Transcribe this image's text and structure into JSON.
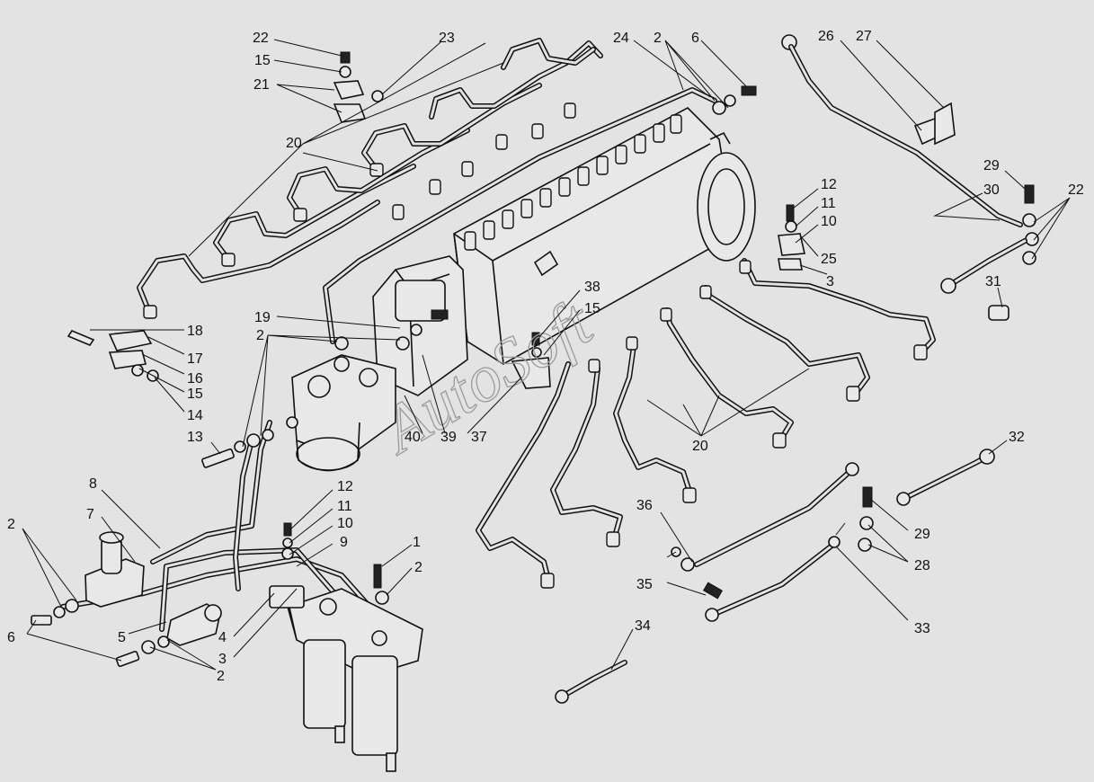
{
  "watermark": "AutoSoft",
  "callouts": [
    {
      "id": "c22a",
      "text": "22"
    },
    {
      "id": "c23",
      "text": "23"
    },
    {
      "id": "c15a",
      "text": "15"
    },
    {
      "id": "c21",
      "text": "21"
    },
    {
      "id": "c20a",
      "text": "20"
    },
    {
      "id": "c24",
      "text": "24"
    },
    {
      "id": "c2a",
      "text": "2"
    },
    {
      "id": "c6a",
      "text": "6"
    },
    {
      "id": "c26",
      "text": "26"
    },
    {
      "id": "c27",
      "text": "27"
    },
    {
      "id": "c29a",
      "text": "29"
    },
    {
      "id": "c30",
      "text": "30"
    },
    {
      "id": "c22b",
      "text": "22"
    },
    {
      "id": "c12a",
      "text": "12"
    },
    {
      "id": "c11a",
      "text": "11"
    },
    {
      "id": "c10a",
      "text": "10"
    },
    {
      "id": "c25",
      "text": "25"
    },
    {
      "id": "c3a",
      "text": "3"
    },
    {
      "id": "c31",
      "text": "31"
    },
    {
      "id": "c38",
      "text": "38"
    },
    {
      "id": "c15b",
      "text": "15"
    },
    {
      "id": "c19",
      "text": "19"
    },
    {
      "id": "c18",
      "text": "18"
    },
    {
      "id": "c2b",
      "text": "2"
    },
    {
      "id": "c17",
      "text": "17"
    },
    {
      "id": "c16",
      "text": "16"
    },
    {
      "id": "c15c",
      "text": "15"
    },
    {
      "id": "c14",
      "text": "14"
    },
    {
      "id": "c13",
      "text": "13"
    },
    {
      "id": "c40",
      "text": "40"
    },
    {
      "id": "c39",
      "text": "39"
    },
    {
      "id": "c37",
      "text": "37"
    },
    {
      "id": "c20b",
      "text": "20"
    },
    {
      "id": "c32",
      "text": "32"
    },
    {
      "id": "c8",
      "text": "8"
    },
    {
      "id": "c12b",
      "text": "12"
    },
    {
      "id": "c11b",
      "text": "11"
    },
    {
      "id": "c10b",
      "text": "10"
    },
    {
      "id": "c9",
      "text": "9"
    },
    {
      "id": "c1",
      "text": "1"
    },
    {
      "id": "c2c",
      "text": "2"
    },
    {
      "id": "c7",
      "text": "7"
    },
    {
      "id": "c2d",
      "text": "2"
    },
    {
      "id": "c36",
      "text": "36"
    },
    {
      "id": "c29b",
      "text": "29"
    },
    {
      "id": "c28",
      "text": "28"
    },
    {
      "id": "c35",
      "text": "35"
    },
    {
      "id": "c6b",
      "text": "6"
    },
    {
      "id": "c5",
      "text": "5"
    },
    {
      "id": "c4",
      "text": "4"
    },
    {
      "id": "c3b",
      "text": "3"
    },
    {
      "id": "c2e",
      "text": "2"
    },
    {
      "id": "c33",
      "text": "33"
    },
    {
      "id": "c34",
      "text": "34"
    }
  ]
}
